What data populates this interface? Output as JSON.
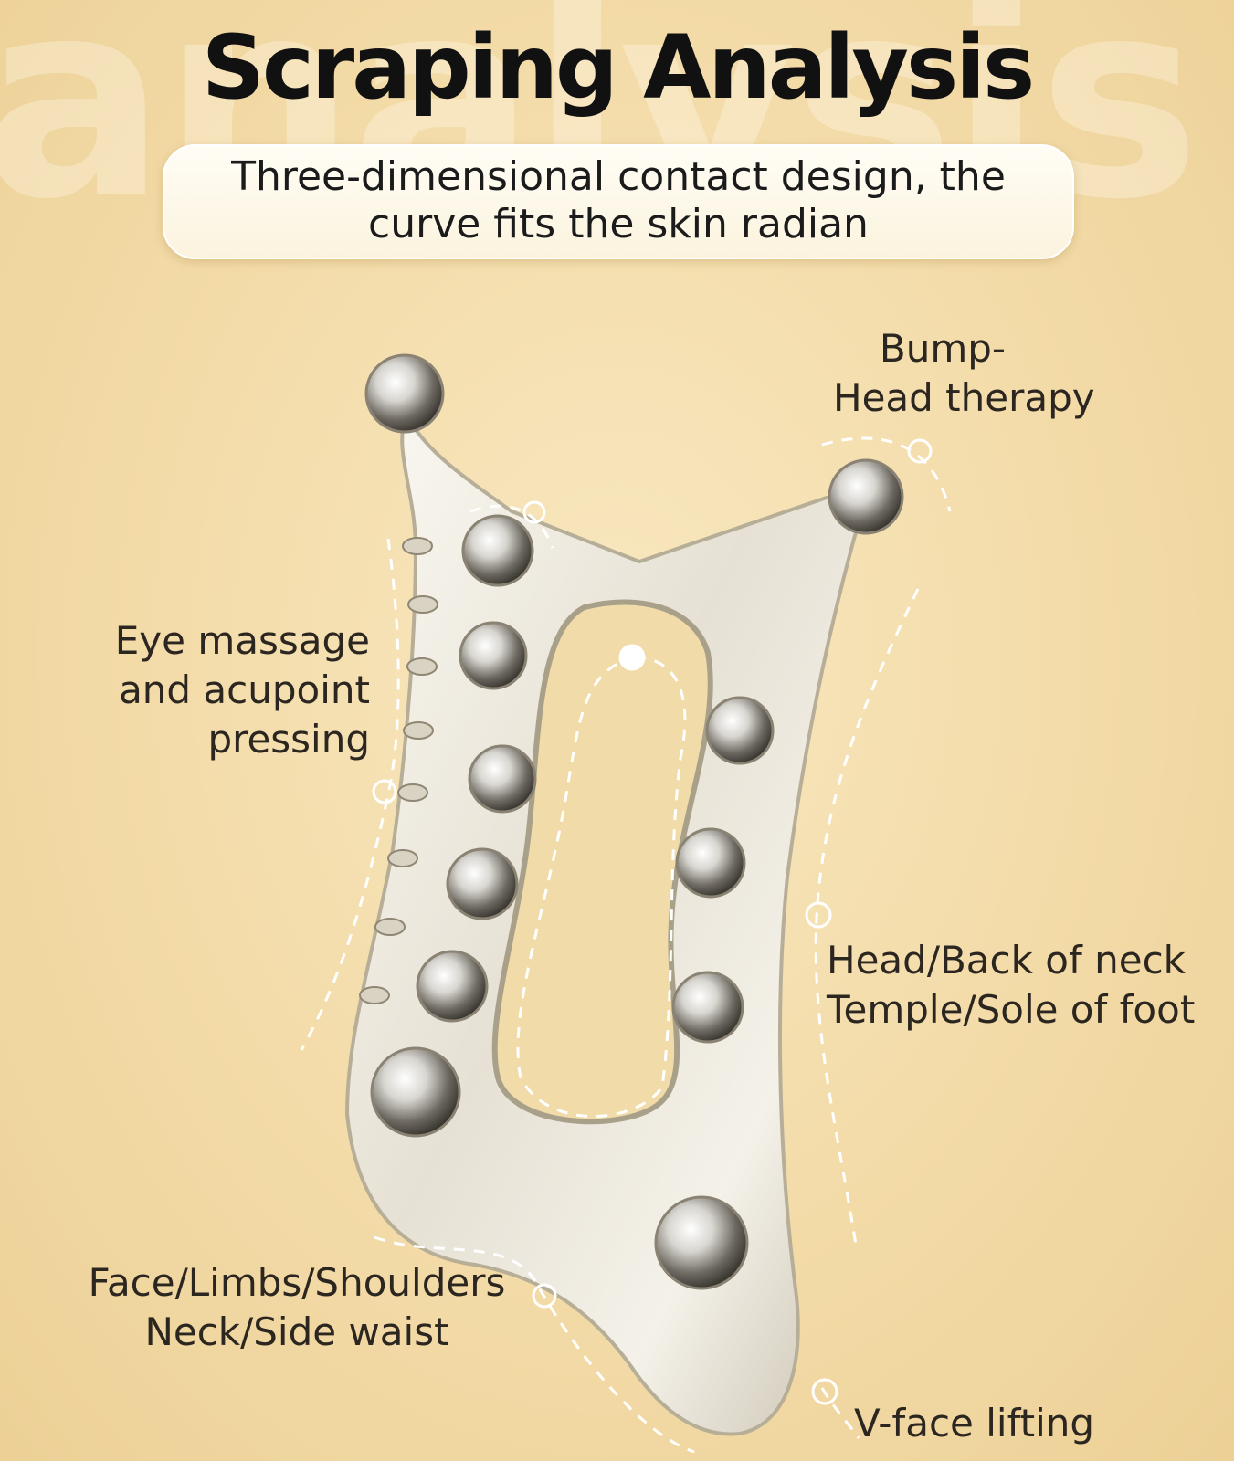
{
  "header": {
    "watermark": "analysis",
    "title": "Scraping Analysis",
    "subtitle_line1": "Three-dimensional contact design, the",
    "subtitle_line2": "curve fits the skin radian"
  },
  "labels": {
    "bump_head_line1": "Bump-",
    "bump_head_line2": "Head therapy",
    "eye_line1": "Eye massage",
    "eye_line2": "and acupoint",
    "eye_line3": "pressing",
    "head_line1": "Head/Back of neck",
    "head_line2": "Temple/Sole of foot",
    "face_line1": "Face/Limbs/Shoulders",
    "face_line2": "Neck/Side waist",
    "vface": "V-face lifting"
  },
  "colors": {
    "background": "#f4ddab",
    "tool": "#e9e4d8",
    "dash": "#ffffff"
  }
}
